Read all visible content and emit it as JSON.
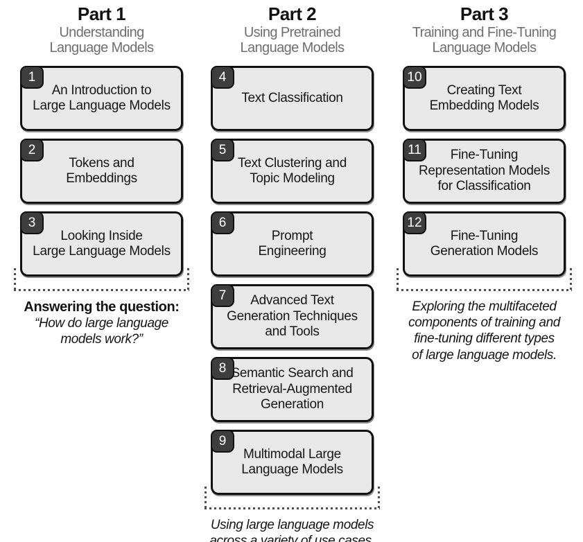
{
  "parts": [
    {
      "title": "Part 1",
      "subtitle": "Understanding\nLanguage Models",
      "chapters": [
        {
          "number": "1",
          "title": "An Introduction to\nLarge Language Models"
        },
        {
          "number": "2",
          "title": "Tokens and\nEmbeddings"
        },
        {
          "number": "3",
          "title": "Looking Inside\nLarge Language Models"
        }
      ],
      "caption_intro": "Answering the question:",
      "caption": "“How do large language\nmodels work?”"
    },
    {
      "title": "Part 2",
      "subtitle": "Using Pretrained\nLanguage Models",
      "chapters": [
        {
          "number": "4",
          "title": "Text Classification"
        },
        {
          "number": "5",
          "title": "Text Clustering and\nTopic Modeling"
        },
        {
          "number": "6",
          "title": "Prompt\nEngineering"
        },
        {
          "number": "7",
          "title": "Advanced Text\nGeneration Techniques\nand Tools"
        },
        {
          "number": "8",
          "title": "Semantic Search and\nRetrieval-Augmented\nGeneration"
        },
        {
          "number": "9",
          "title": "Multimodal Large\nLanguage Models"
        }
      ],
      "caption": "Using large language models\nacross a variety of use cases."
    },
    {
      "title": "Part 3",
      "subtitle": "Training and Fine-Tuning\nLanguage Models",
      "chapters": [
        {
          "number": "10",
          "title": "Creating Text\nEmbedding Models"
        },
        {
          "number": "11",
          "title": "Fine-Tuning\nRepresentation Models\nfor Classification"
        },
        {
          "number": "12",
          "title": "Fine-Tuning\nGeneration Models"
        }
      ],
      "caption": "Exploring the multifaceted\ncomponents of training and\nfine-tuning different types\nof large language models."
    }
  ],
  "colors": {
    "background": "#ffffff",
    "box_fill": "#e8e8e8",
    "box_border": "#111111",
    "badge_fill": "#3e3e3e",
    "badge_text": "#ffffff",
    "subtitle_text": "#6e6e6e",
    "dash": "#4d4d4d"
  }
}
